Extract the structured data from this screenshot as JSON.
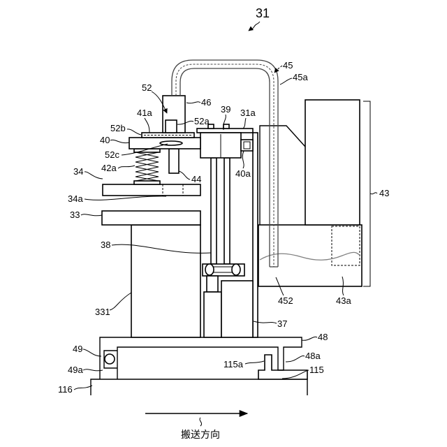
{
  "figure_number": "31",
  "callouts": [
    "45",
    "45a",
    "52",
    "46",
    "41a",
    "39",
    "31a",
    "52a",
    "52b",
    "40",
    "52c",
    "42a",
    "40a",
    "34",
    "44",
    "43",
    "34a",
    "33",
    "38",
    "331",
    "452",
    "43a",
    "37",
    "48",
    "49",
    "48a",
    "115a",
    "49a",
    "115",
    "116"
  ],
  "direction_label": "搬送方向",
  "colors": {
    "line": "#000000",
    "hose": "#444444",
    "liquid_surface": "#808080",
    "background": "#ffffff"
  }
}
